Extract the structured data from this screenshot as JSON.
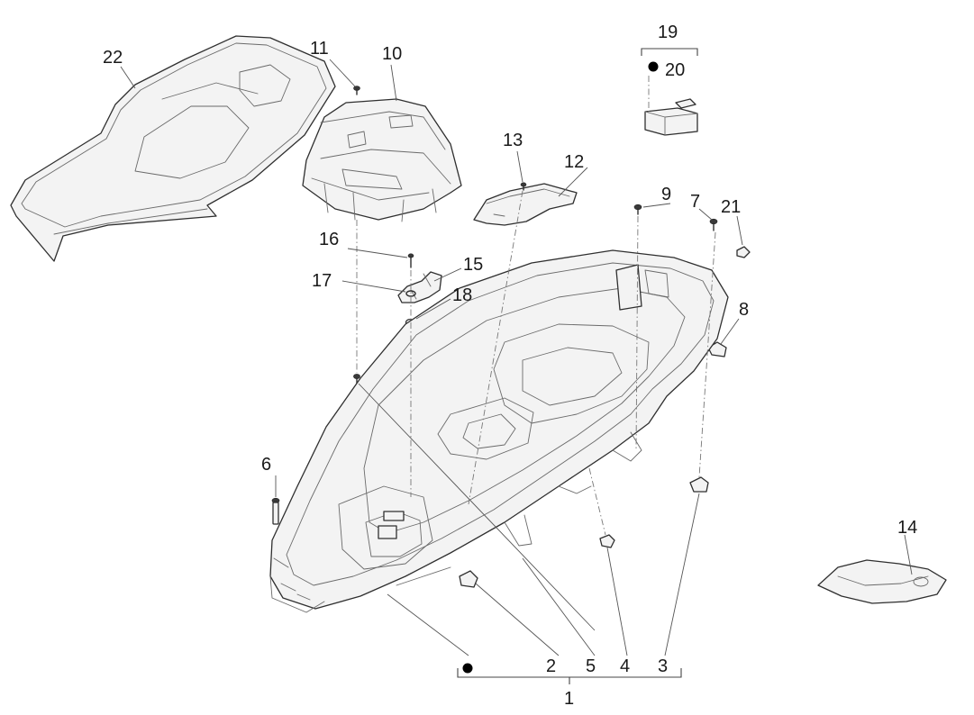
{
  "callouts": {
    "c1": "1",
    "c2": "2",
    "c3": "3",
    "c4": "4",
    "c5": "5",
    "c6": "6",
    "c7": "7",
    "c8": "8",
    "c9": "9",
    "c10": "10",
    "c11": "11",
    "c12": "12",
    "c13": "13",
    "c14": "14",
    "c15": "15",
    "c16": "16",
    "c17": "17",
    "c18": "18",
    "c19": "19",
    "c20": "20",
    "c21": "21",
    "c22": "22"
  },
  "colors": {
    "line": "#2f2f2f",
    "label": "#1a1a1a",
    "background": "#ffffff"
  },
  "icons": {
    "kit_marker": "filled-circle-icon"
  }
}
